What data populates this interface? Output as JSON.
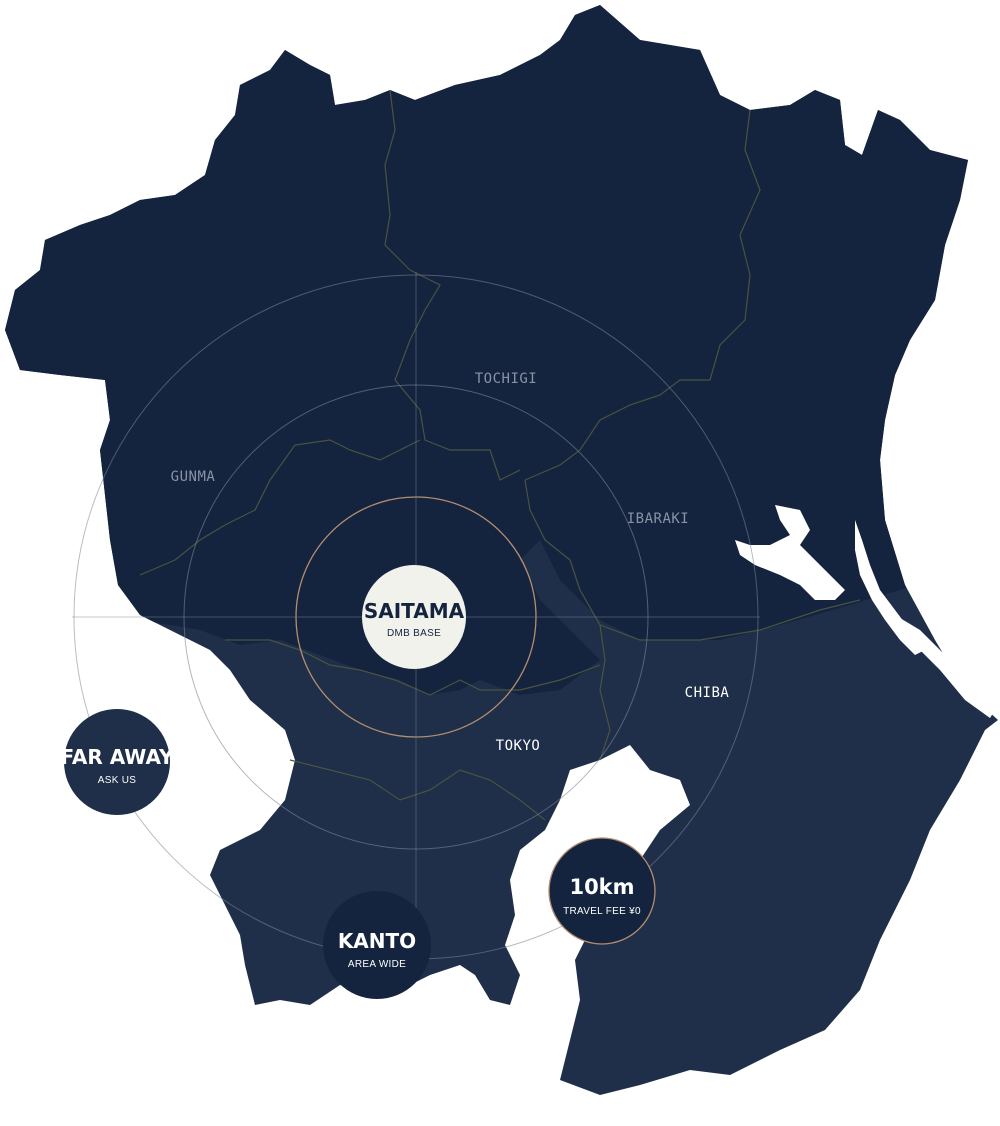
{
  "map": {
    "colors": {
      "background": "#ffffff",
      "north_land": "#14243f",
      "south_land": "#1f2f4a",
      "border_line": "#4a5340",
      "ring_line": "#7d8796",
      "accent_ring": "#b58d6e",
      "center_badge_fill": "#f2f2ec",
      "center_badge_text": "#14243f",
      "badge_text": "#ffffff",
      "label_dim": "#8a93a3",
      "label_bright": "#ffffff"
    },
    "regions": {
      "tochigi": "TOCHIGI",
      "gunma": "GUNMA",
      "ibaraki": "IBARAKI",
      "chiba": "CHIBA",
      "tokyo": "TOKYO"
    },
    "center": {
      "title": "SAITAMA",
      "subtitle": "DMB BASE"
    },
    "badges": {
      "far_away": {
        "title": "FAR AWAY",
        "subtitle": "ASK US"
      },
      "kanto": {
        "title": "KANTO",
        "subtitle": "AREA WIDE"
      },
      "ten_km": {
        "title": "10km",
        "subtitle": "TRAVEL FEE ¥0"
      }
    }
  }
}
